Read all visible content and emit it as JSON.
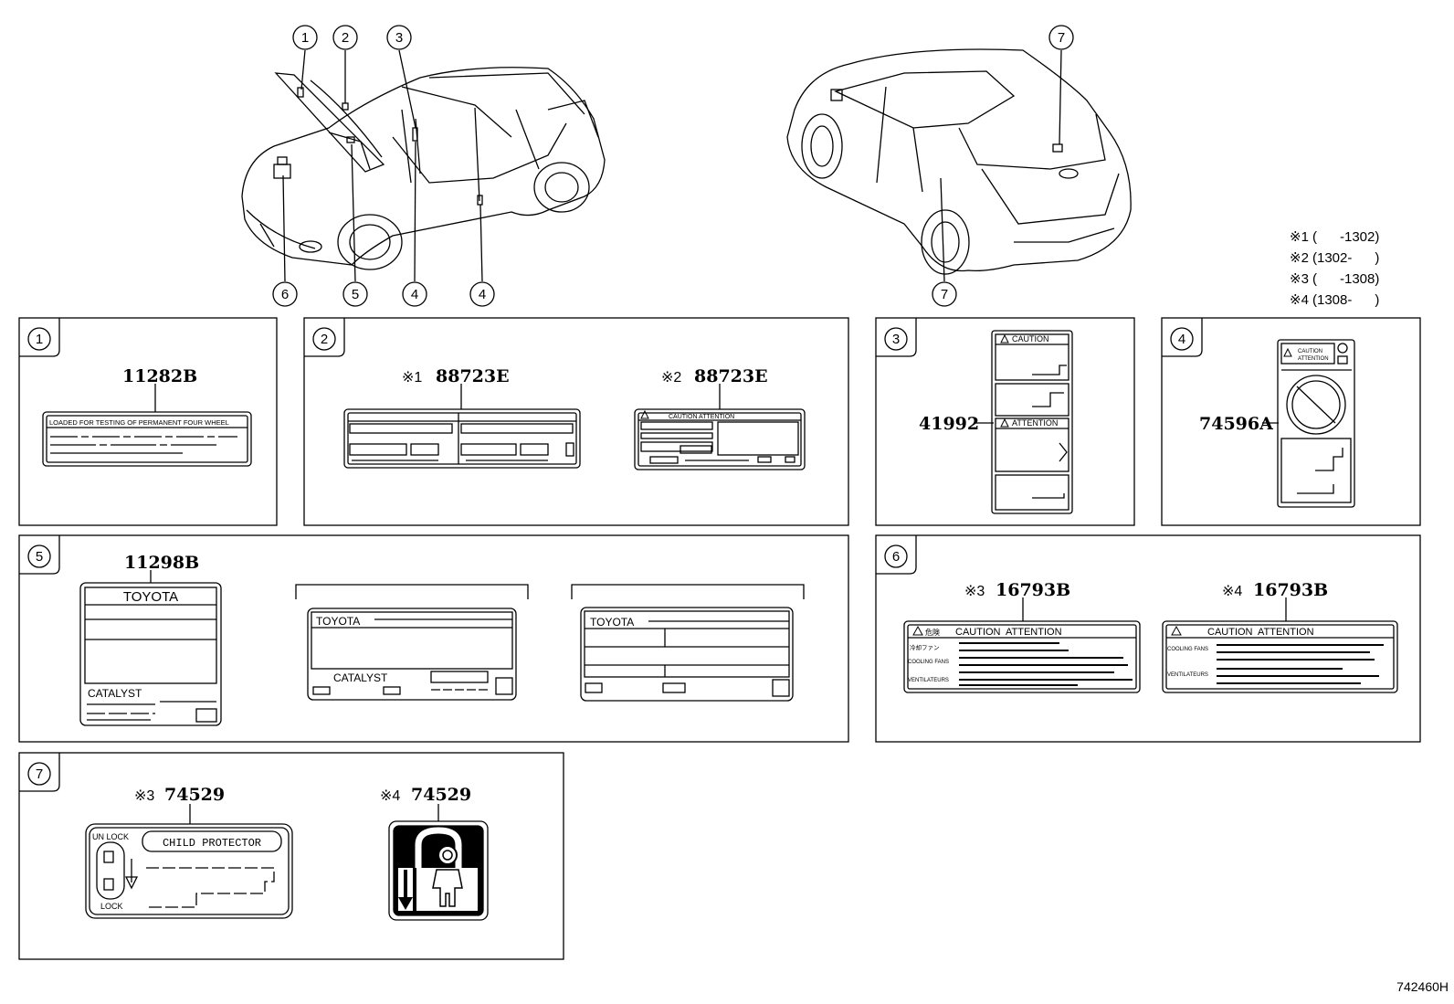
{
  "legend": [
    {
      "mark": "※1",
      "range": "(      -1302)"
    },
    {
      "mark": "※2",
      "range": "(1302-      )"
    },
    {
      "mark": "※3",
      "range": "(      -1308)"
    },
    {
      "mark": "※4",
      "range": "(1308-      )"
    }
  ],
  "callouts": {
    "c1": "1",
    "c2": "2",
    "c3": "3",
    "c4": "4",
    "c5": "5",
    "c6": "6",
    "c7": "7"
  },
  "panels": {
    "p1": {
      "num": "1",
      "part": "11282B",
      "label_text": "LOADED FOR TESTING OF PERMANENT FOUR WHEEL"
    },
    "p2": {
      "num": "2",
      "part_a": "88723E",
      "mark_a": "※1",
      "part_b": "88723E",
      "mark_b": "※2",
      "label_b_text": "CAUTION ATTENTION"
    },
    "p3": {
      "num": "3",
      "part": "41992",
      "caution": "CAUTION",
      "attention": "ATTENTION"
    },
    "p4": {
      "num": "4",
      "part": "74596A",
      "caution": "CAUTION",
      "attention": "ATTENTION"
    },
    "p5": {
      "num": "5",
      "part": "11298B",
      "brand": "TOYOTA",
      "catalyst": "CATALYST"
    },
    "p6": {
      "num": "6",
      "part_a": "16793B",
      "mark_a": "※3",
      "part_b": "16793B",
      "mark_b": "※4",
      "jp_caution": "危険",
      "header": "CAUTION  ATTENTION",
      "jp_fan": "冷却ファン",
      "fans": "COOLING FANS",
      "vent": "VENTILATEURS"
    },
    "p7": {
      "num": "7",
      "part_a": "74529",
      "mark_a": "※3",
      "part_b": "74529",
      "mark_b": "※4",
      "child": "CHILD PROTECTOR",
      "unlock": "UN LOCK",
      "lock": "LOCK"
    }
  },
  "figure_id": "742460H"
}
